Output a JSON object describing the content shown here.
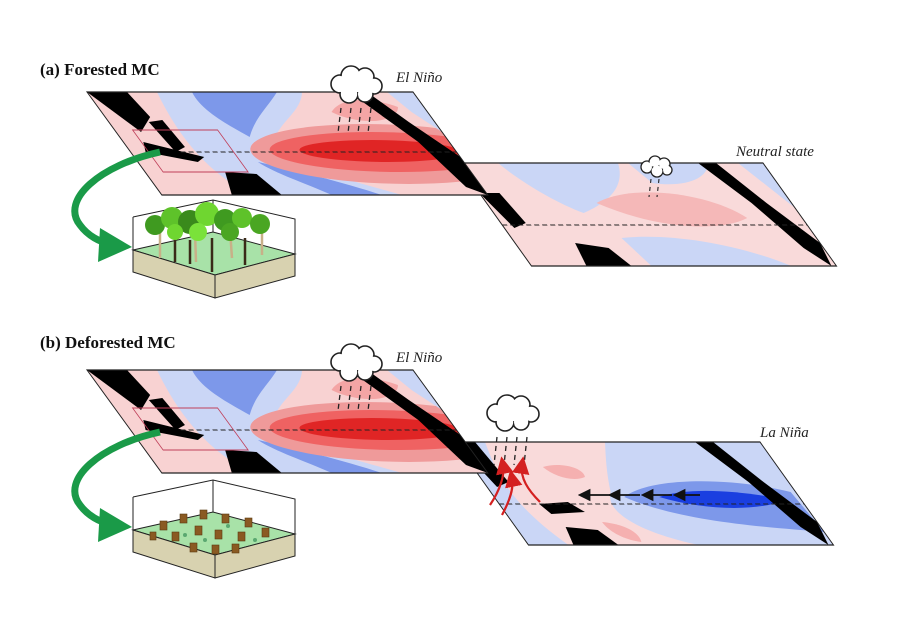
{
  "panel_a": {
    "title": "(a) Forested MC",
    "map1_label": "El Niño",
    "map2_label": "Neutral state"
  },
  "panel_b": {
    "title": "(b) Deforested MC",
    "map1_label": "El Niño",
    "map2_label": "La Niña"
  },
  "colors": {
    "warm_strong": "#e02525",
    "warm_mid": "#ef7b7b",
    "warm_light": "#f8d2d2",
    "cool_light": "#cad6f6",
    "cool_mid": "#7d98ea",
    "cool_strong": "#1a3fe0",
    "forest_arrow": "#1a9a48",
    "land": "#000000"
  }
}
